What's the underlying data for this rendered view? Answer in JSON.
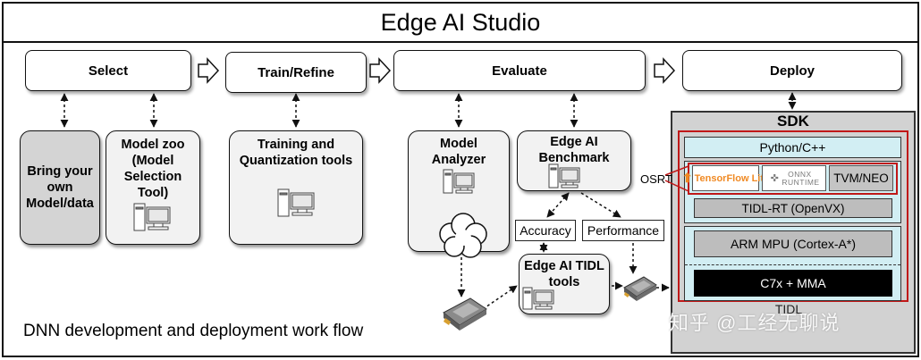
{
  "title": "Edge AI Studio",
  "stages": {
    "select": "Select",
    "train": "Train/Refine",
    "evaluate": "Evaluate",
    "deploy": "Deploy"
  },
  "boxes": {
    "bring_own": "Bring your own Model/data",
    "model_zoo": "Model zoo (Model Selection Tool)",
    "training": "Training and Quantization tools",
    "model_analyzer": "Model Analyzer",
    "benchmark": "Edge AI Benchmark",
    "accuracy": "Accuracy",
    "performance": "Performance",
    "tidl_tools": "Edge AI TIDL tools"
  },
  "sdk": {
    "title": "SDK",
    "python": "Python/C++",
    "osrt": "OSRT",
    "tflite": "TensorFlow Lite",
    "onnx": "ONNX RUNTIME",
    "tvm": "TVM/NEO",
    "tidl_rt": "TIDL-RT (OpenVX)",
    "arm": "ARM MPU (Cortex-A*)",
    "c7x": "C7x + MMA",
    "tidl": "TIDL"
  },
  "caption": "DNN development and deployment work flow",
  "watermark": "知乎 @工经无聊说",
  "colors": {
    "red_outline": "#c01818",
    "cyan_fill": "#d2eef3",
    "tflite_orange": "#f08a24"
  }
}
